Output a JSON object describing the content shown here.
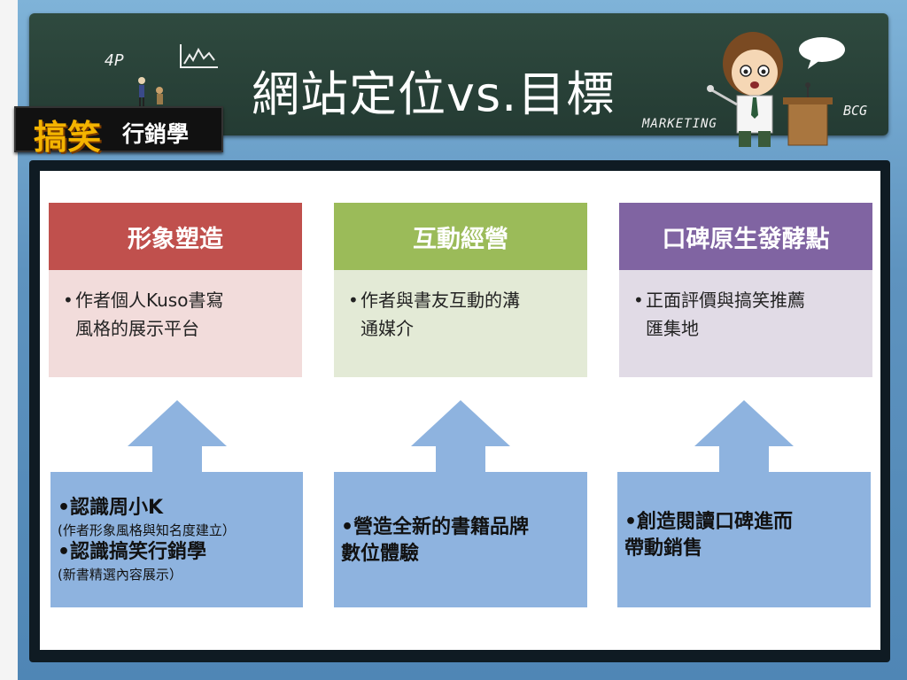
{
  "header": {
    "title": "網站定位vs.目標",
    "chalk_4p": "4P",
    "chalk_marketing": "MARKETING",
    "chalk_bcg": "BCG",
    "logo_big": "搞笑",
    "logo_small": "行銷學"
  },
  "columns": [
    {
      "heading": "形象塑造",
      "head_color": "#c0504d",
      "body_color": "#f2dcdb",
      "bullet": "•",
      "text_line1": "作者個人Kuso書寫",
      "text_line2": "風格的展示平台"
    },
    {
      "heading": "互動經營",
      "head_color": "#9bbb59",
      "body_color": "#e3ead6",
      "bullet": "•",
      "text_line1": "作者與書友互動的溝",
      "text_line2": "通媒介"
    },
    {
      "heading": "口碑原生發酵點",
      "head_color": "#8064a2",
      "body_color": "#e1dbe6",
      "bullet": "•",
      "text_line1": "正面評價與搞笑推薦",
      "text_line2": "匯集地"
    }
  ],
  "bases": [
    {
      "line1": "•認識周小K",
      "sub1": "(作者形象風格與知名度建立）",
      "line2": "•認識搞笑行銷學",
      "sub2": "(新書精選內容展示）"
    },
    {
      "line1": "•營造全新的書籍品牌",
      "line2": " 數位體驗"
    },
    {
      "line1": "•創造閱讀口碑進而",
      "line2": " 帶動銷售"
    }
  ],
  "colors": {
    "arrow": "#8eb3df",
    "frame": "#0f1b23",
    "chalkboard": "#2f4a3f",
    "logo_accent": "#f4b400"
  }
}
